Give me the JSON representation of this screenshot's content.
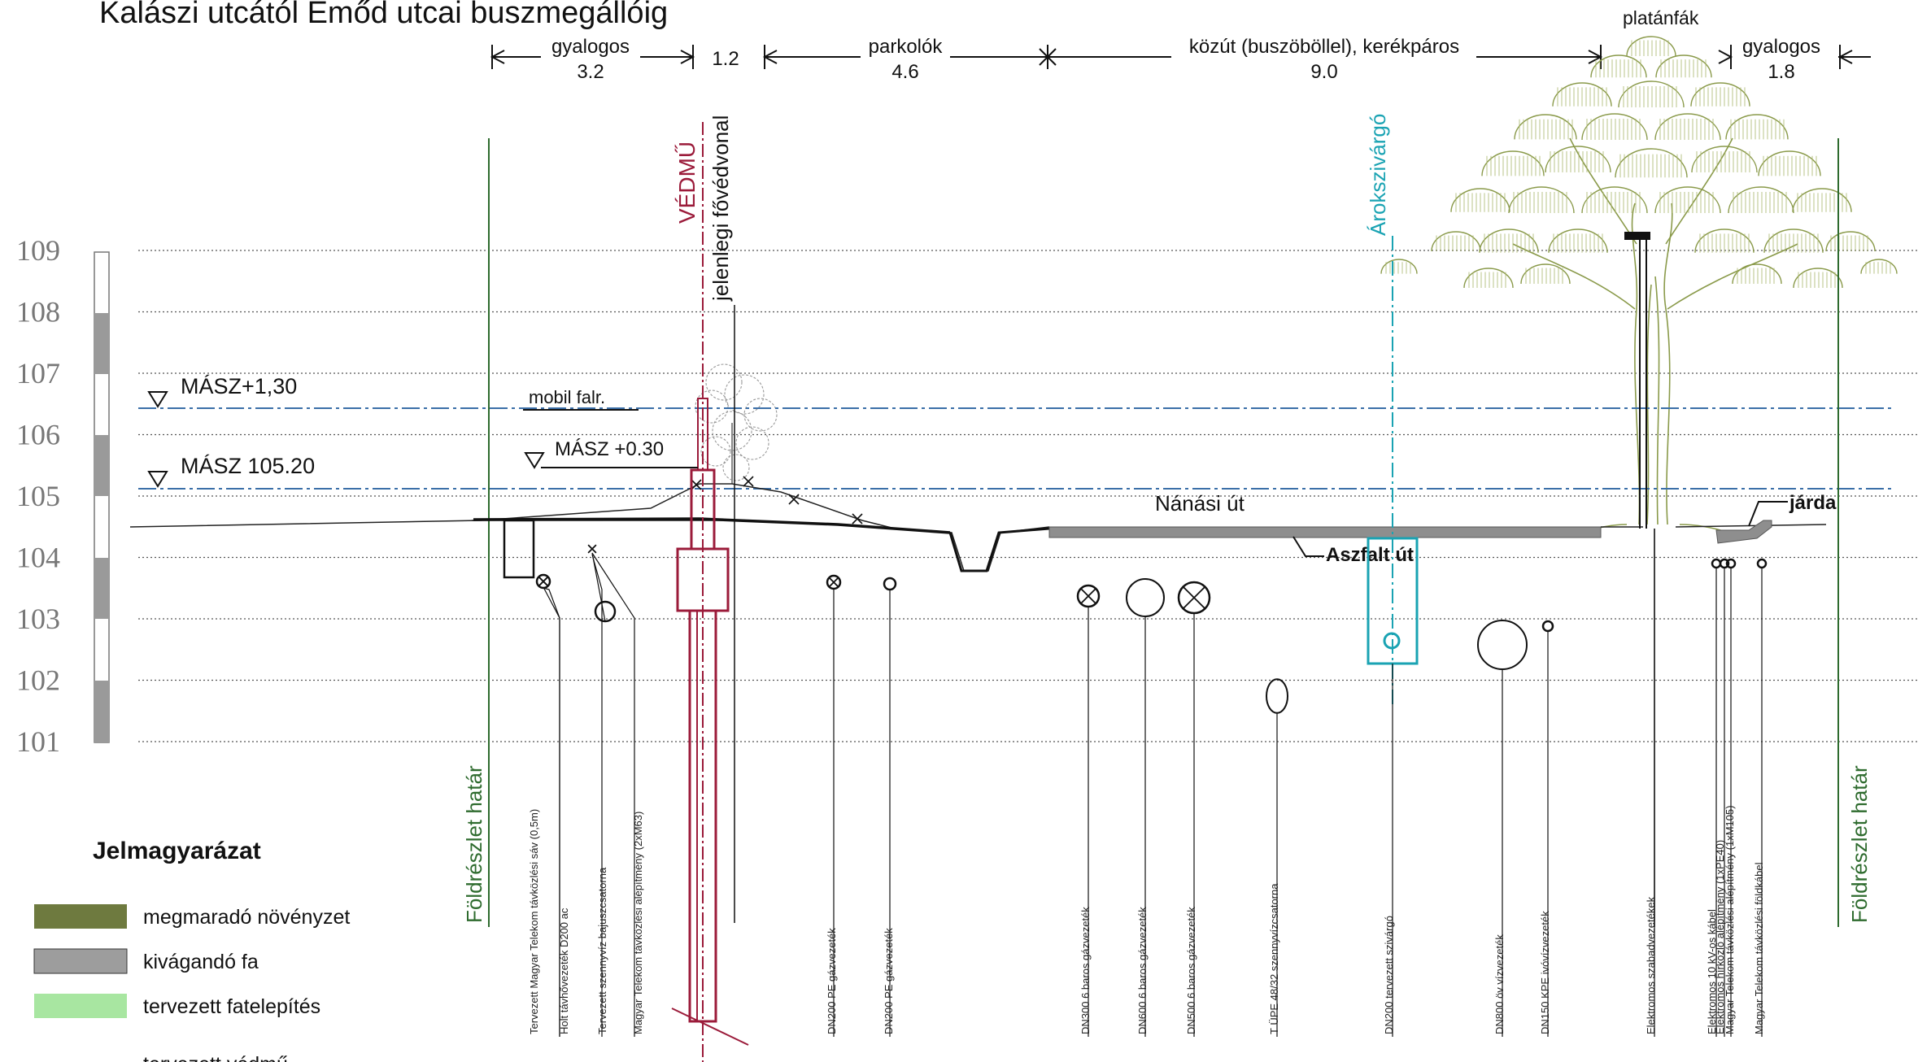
{
  "title": "Kalászi utcától Emőd utcai buszmegállóig",
  "elevation_ticks": [
    "109",
    "108",
    "107",
    "106",
    "105",
    "104",
    "103",
    "102",
    "101"
  ],
  "dimensions": [
    {
      "label": "gyalogos",
      "value": "3.2"
    },
    {
      "label": "",
      "value": "1.2"
    },
    {
      "label": "parkolók",
      "value": "4.6"
    },
    {
      "label": "közút (buszöböllel), kerékpáros",
      "value": "9.0"
    },
    {
      "label": "gyalogos",
      "value": "1.8"
    }
  ],
  "labels": {
    "platanfak": "platánfák",
    "vedmu": "VÉDMŰ",
    "fovedvonal": "jelenlegi fővédvonal",
    "arokszivargo": "Árokszivárgó",
    "masz_plus130": "MÁSZ+1,30",
    "masz_10520": "MÁSZ 105.20",
    "masz_plus030": "MÁSZ +0.30",
    "mobil_falr": "mobil falr.",
    "nanasi_ut": "Nánási út",
    "aszfalt_ut": "Aszfalt út",
    "jarda": "járda",
    "hatar_left": "Földrészlet határ",
    "hatar_right": "Földrészlet határ"
  },
  "utilities": [
    "Tervezett Magyar Telekom távközlési sáv (0,5m)",
    "Holt távhővezeték D200 ac",
    "Tervezett szennyvíz bajuszcsatorna",
    "Magyar Telekom távközlési alépítmény (2xM63)",
    "DN200 PE gázvezeték",
    "DN200 PE gázvezeték",
    "DN300 6 baros gázvezeték",
    "DN600 6 baros gázvezeték",
    "DN500 6 baros gázvezeték",
    "T ÜPE 48/32 szennyvízcsatorna",
    "DN200 tervezett szivárgó",
    "DN800 öv vízvezeték",
    "DN150 KPE ivóvízvezeték",
    "Elektromos szabadvezetékek",
    "Elektromos 10 kV-os kábel",
    "Elektromos hírközlő alépítmény (1xPE40)",
    "Magyar Telekom távközlési alépítmény (1xM105)",
    "Magyar Telekom távközlési földkábel"
  ],
  "legend": {
    "title": "Jelmagyarázat",
    "items": [
      {
        "label": "megmaradó növényzet",
        "color": "#6e7a3f"
      },
      {
        "label": "kivágandó fa",
        "color": "#9d9d9d"
      },
      {
        "label": "tervezett fatelepítés",
        "color": "#a8e6a1"
      },
      {
        "label": "tervezett védmű",
        "color": "#9b1b3a"
      }
    ]
  },
  "colors": {
    "dike": "#9b1b3a",
    "boundary": "#2e6b2e",
    "cyan": "#1aa3b3",
    "tree": "#8a9a4a",
    "asphalt": "#8e8e8e",
    "scale_dark": "#9a9a9a"
  }
}
